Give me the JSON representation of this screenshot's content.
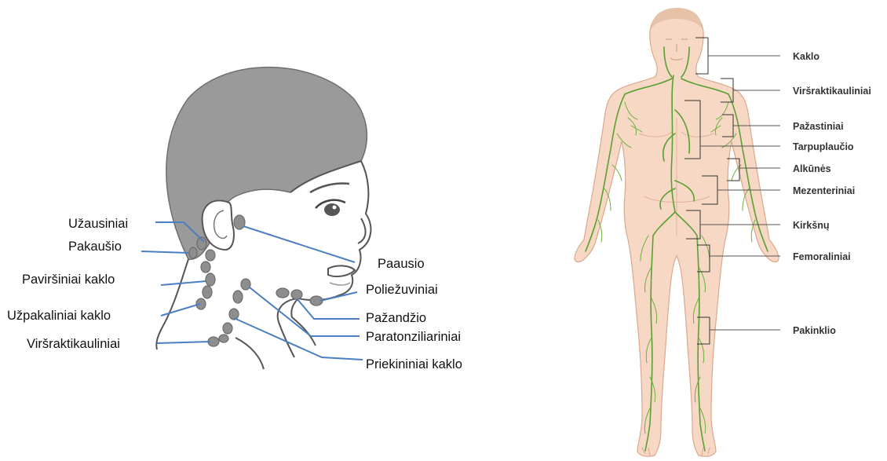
{
  "child_head_diagram": {
    "labels": [
      {
        "key": "uzausiniai",
        "text": "Užausiniai"
      },
      {
        "key": "pakausio",
        "text": "Pakaušio"
      },
      {
        "key": "pavirsiniai_kaklo",
        "text": "Paviršiniai kaklo"
      },
      {
        "key": "uzpakaliniai_kaklo",
        "text": "Užpakaliniai kaklo"
      },
      {
        "key": "virsraktikauliniai",
        "text": "Viršraktikauliniai"
      },
      {
        "key": "paausio",
        "text": "Paausio"
      },
      {
        "key": "poliezuviniai",
        "text": "Poliežuviniai"
      },
      {
        "key": "pazandzio",
        "text": "Pažandžio"
      },
      {
        "key": "paratonziliariniai",
        "text": "Paratonziliariniai"
      },
      {
        "key": "priekininiai_kaklo",
        "text": "Priekininiai kaklo"
      }
    ],
    "colors": {
      "hair": "#9a9a9a",
      "node": "#8e8e8e",
      "leader": "#4a7fc1",
      "outline": "#555555"
    }
  },
  "body_diagram": {
    "labels": [
      {
        "key": "kaklo",
        "text": "Kaklo"
      },
      {
        "key": "virsraktikauliniai",
        "text": "Viršraktikauliniai"
      },
      {
        "key": "pazastiniai",
        "text": "Pažastiniai"
      },
      {
        "key": "tarpuplaucio",
        "text": "Tarpuplaučio"
      },
      {
        "key": "alkunes",
        "text": "Alkūnės"
      },
      {
        "key": "mezenteriniai",
        "text": "Mezenteriniai"
      },
      {
        "key": "kirksnu",
        "text": "Kirkšnų"
      },
      {
        "key": "femoraliniai",
        "text": "Femoraliniai"
      },
      {
        "key": "pakinklio",
        "text": "Pakinklio"
      }
    ],
    "colors": {
      "skin": "#f7d8c4",
      "skin_outline": "#d9a88e",
      "lymph": "#5aa032",
      "leader": "#555555"
    }
  }
}
